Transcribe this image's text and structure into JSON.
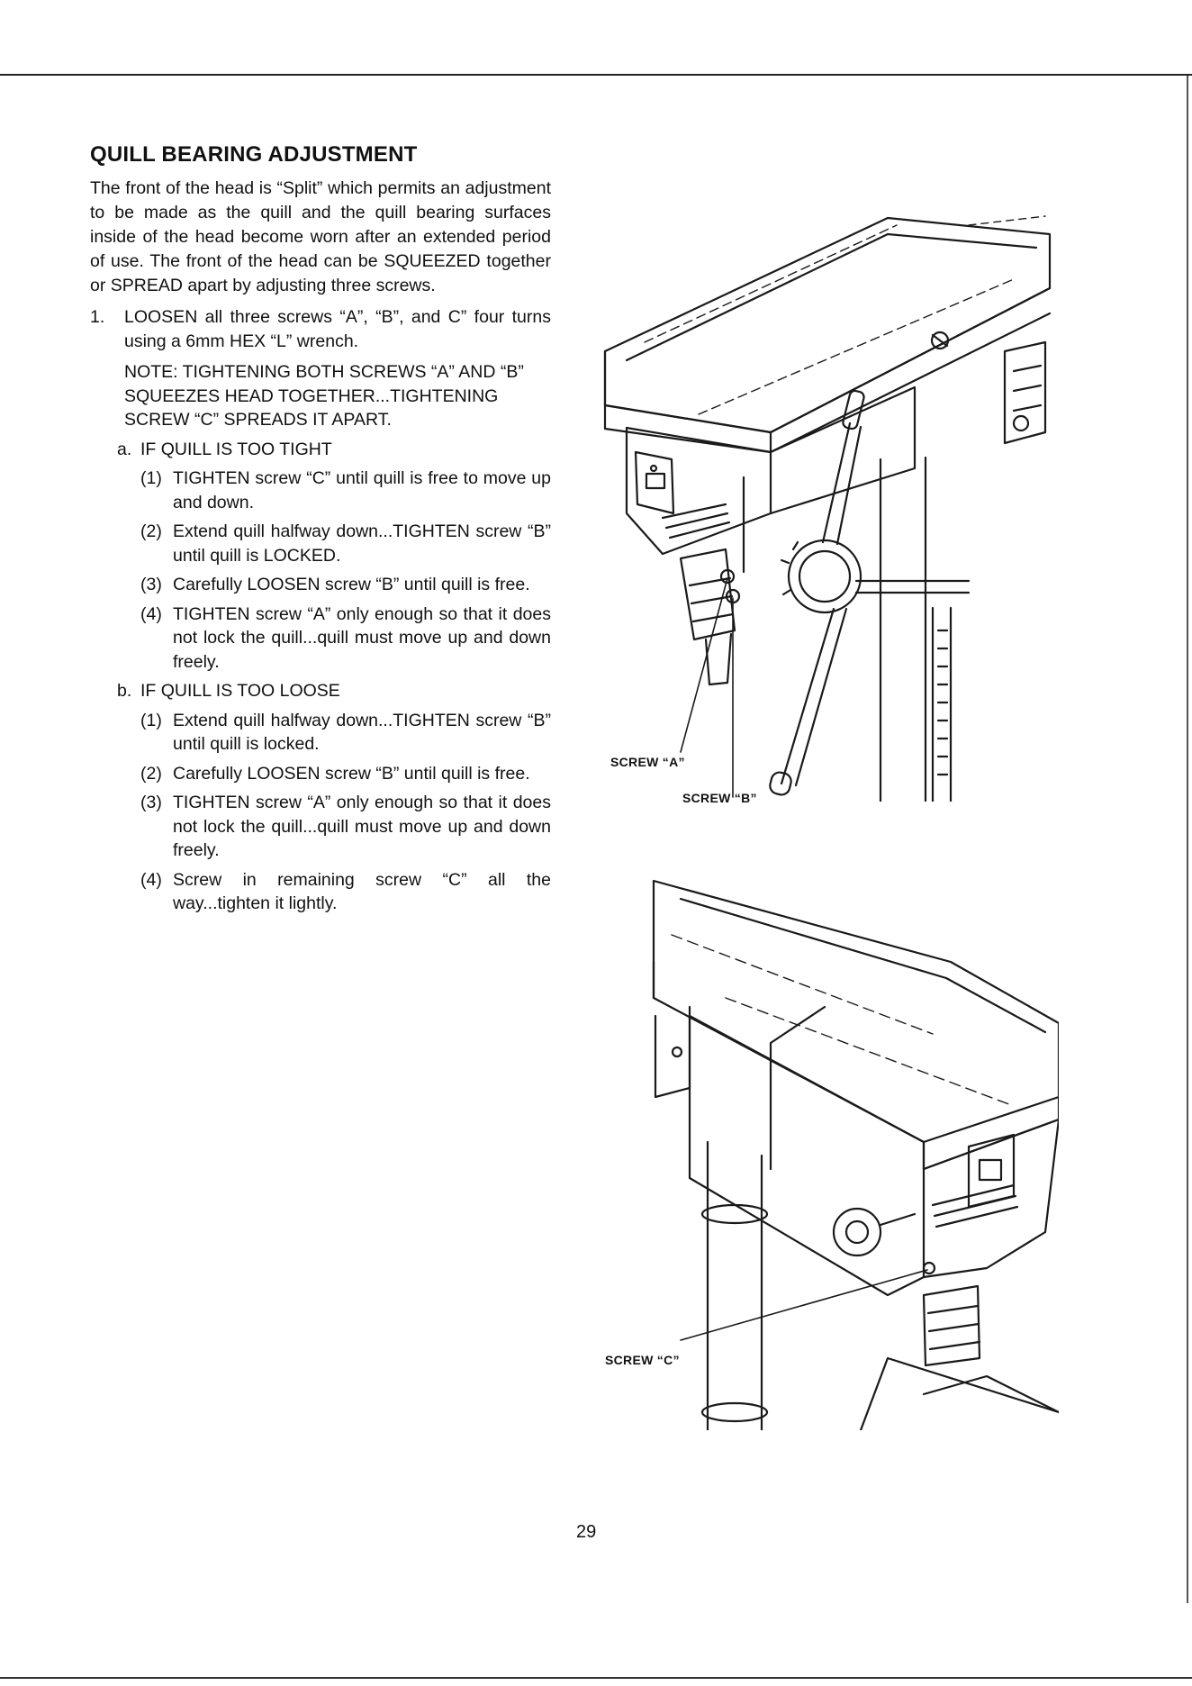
{
  "title": "QUILL BEARING ADJUSTMENT",
  "intro": "The front of the head is “Split” which permits an adjustment to be made as the quill and the quill bearing surfaces inside of the head become worn after an extended period of use. The front of the head can be SQUEEZED together or SPREAD apart by adjusting three screws.",
  "step1": {
    "marker": "1.",
    "text": "LOOSEN all three screws “A”, “B”, and C” four turns using a 6mm HEX “L” wrench."
  },
  "note": "NOTE: TIGHTENING BOTH SCREWS “A” AND “B” SQUEEZES HEAD TOGETHER...TIGHTENING SCREW “C” SPREADS IT APART.",
  "case_a": {
    "marker": "a.",
    "heading": "IF QUILL IS TOO TIGHT",
    "steps": [
      {
        "marker": "(1)",
        "text": "TIGHTEN screw “C” until quill is free to move up and down."
      },
      {
        "marker": "(2)",
        "text": "Extend quill halfway down...TIGHTEN screw “B” until quill is LOCKED."
      },
      {
        "marker": "(3)",
        "text": "Carefully LOOSEN screw “B” until quill is free."
      },
      {
        "marker": "(4)",
        "text": "TIGHTEN screw “A” only enough so that it does not lock the quill...quill must move up and down freely."
      }
    ]
  },
  "case_b": {
    "marker": "b.",
    "heading": "IF QUILL IS TOO LOOSE",
    "steps": [
      {
        "marker": "(1)",
        "text": "Extend quill halfway down...TIGHTEN screw “B” until quill is locked."
      },
      {
        "marker": "(2)",
        "text": "Carefully LOOSEN screw “B” until quill is free."
      },
      {
        "marker": "(3)",
        "text": "TIGHTEN screw “A” only enough so that it does not lock the quill...quill must move up and down freely."
      },
      {
        "marker": "(4)",
        "text": "Screw in remaining screw “C” all the way...tighten it lightly."
      }
    ]
  },
  "figure_top": {
    "label_a": "SCREW “A”",
    "label_b": "SCREW “B”"
  },
  "figure_bottom": {
    "label_c": "SCREW “C”"
  },
  "page_number": "29"
}
